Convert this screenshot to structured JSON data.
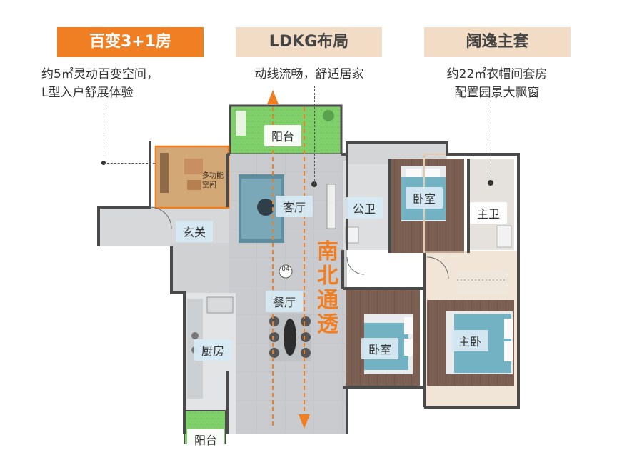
{
  "features": [
    {
      "title": "百变3+1房",
      "desc": [
        "约5㎡灵动百变空间，",
        "L型入户舒展体验"
      ]
    },
    {
      "title": "LDKG布局",
      "desc": [
        "动线流畅，舒适居家"
      ]
    },
    {
      "title": "阔逸主套",
      "desc": [
        "约22㎡衣帽间套房",
        "配置园景大飘窗"
      ]
    }
  ],
  "rooms": {
    "balcony_top": "阳台",
    "living": "客厅",
    "public_bath": "公卫",
    "bedroom_1": "卧室",
    "master_bath": "主卫",
    "entrance": "玄关",
    "dining": "餐厅",
    "kitchen": "厨房",
    "bedroom_2": "卧室",
    "master_bedroom": "主卧",
    "balcony_bottom": "阳台"
  },
  "multi_room_caption": [
    "多功能",
    "空间"
  ],
  "ns_label": [
    "南",
    "北",
    "通",
    "透"
  ],
  "unit_marker": "04",
  "colors": {
    "accent_orange": "#f07e22",
    "beige": "#f3dcc5",
    "label_blue": "#d6e9f3"
  }
}
